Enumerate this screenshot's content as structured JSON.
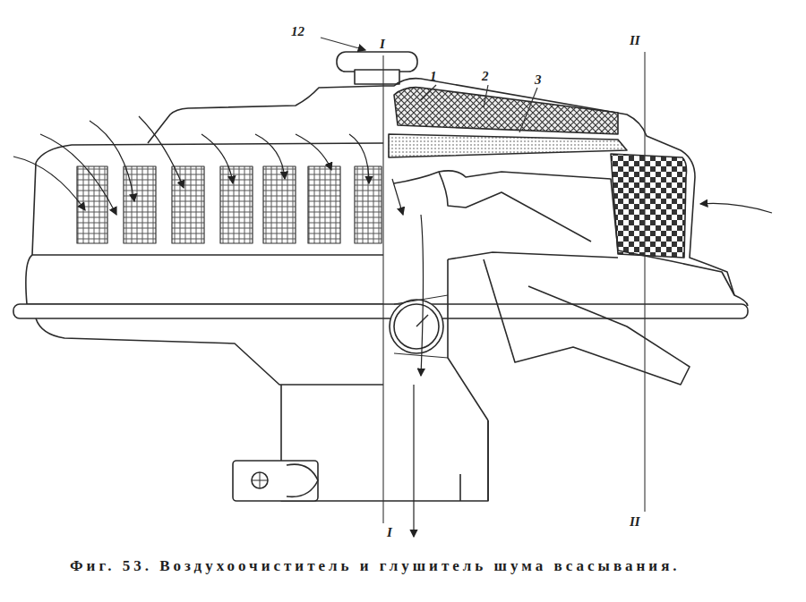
{
  "diagram": {
    "caption": "Фиг. 53. Воздухоочиститель и глушитель шума всасывания.",
    "labels": [
      "12",
      "1",
      "2",
      "3",
      "I",
      "II",
      "I",
      "II"
    ]
  }
}
